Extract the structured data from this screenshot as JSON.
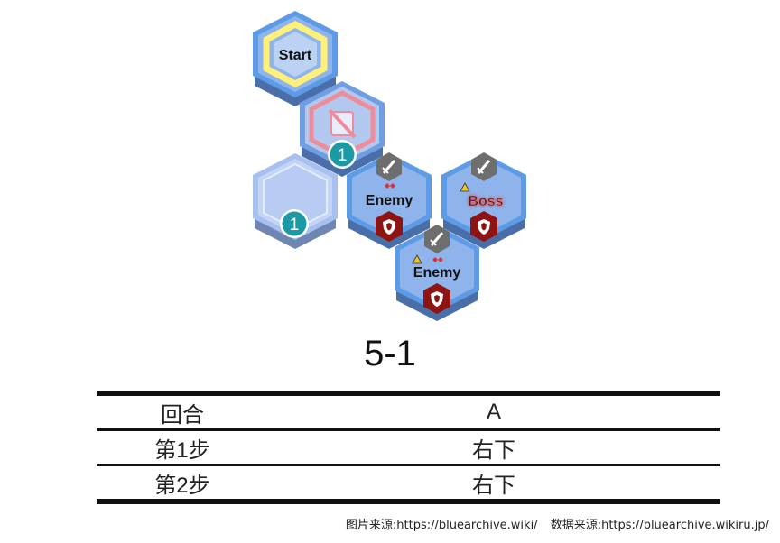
{
  "map": {
    "start_label": "Start",
    "enemy_label": "Enemy",
    "boss_label": "Boss",
    "tile_count_label": "1",
    "colors": {
      "tile_face": "#8fb4ec",
      "tile_border": "#5e9be6",
      "tile_side": "#4a6fa8",
      "start_ring": "#fff07a",
      "portal_ring": "#ef8c9c",
      "count_badge": "#1b9aa6",
      "shield_badge": "#8e1414",
      "sword_badge": "#6e6e6e",
      "warning": "#f3c61b"
    }
  },
  "stage": {
    "title": "5-1"
  },
  "table": {
    "rows": [
      {
        "turn": "回合",
        "value": "A"
      },
      {
        "turn": "第1步",
        "value": "右下"
      },
      {
        "turn": "第2步",
        "value": "右下"
      }
    ]
  },
  "credits": {
    "image_source": "图片来源:https://bluearchive.wiki/",
    "data_source": "数据来源:https://bluearchive.wikiru.jp/"
  }
}
